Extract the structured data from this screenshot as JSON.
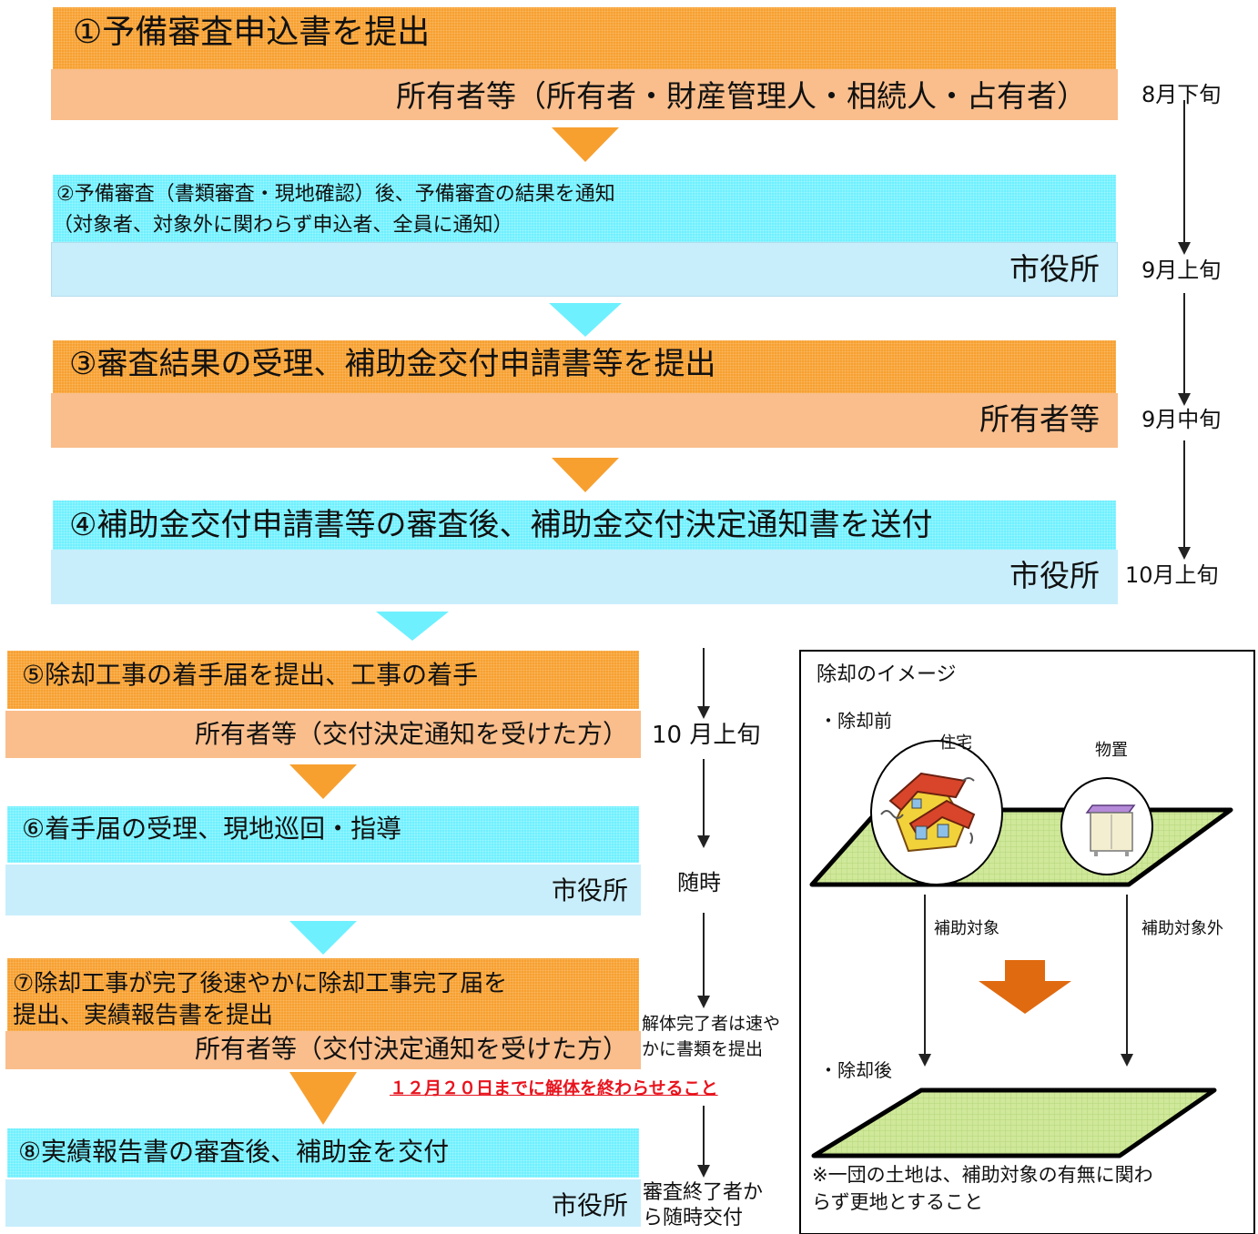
{
  "steps": {
    "s1": {
      "title": "①予備審査申込書を提出",
      "actor": "所有者等（所有者・財産管理人・相続人・占有者）"
    },
    "s2": {
      "title_line1": "②予備審査（書類審査・現地確認）後、予備審査の結果を通知",
      "title_line2": "（対象者、対象外に関わらず申込者、全員に通知）",
      "actor": "市役所"
    },
    "s3": {
      "title": "③審査結果の受理、補助金交付申請書等を提出",
      "actor": "所有者等"
    },
    "s4": {
      "title": "④補助金交付申請書等の審査後、補助金交付決定通知書を送付",
      "actor": "市役所"
    },
    "s5": {
      "title": "⑤除却工事の着手届を提出、工事の着手",
      "actor": "所有者等（交付決定通知を受けた方）"
    },
    "s6": {
      "title": "⑥着手届の受理、現地巡回・指導",
      "actor": "市役所"
    },
    "s7": {
      "title_line1": "⑦除却工事が完了後速やかに除却工事完了届を",
      "title_line2": "提出、実績報告書を提出",
      "actor": "所有者等（交付決定通知を受けた方）"
    },
    "s8": {
      "title": "⑧実績報告書の審査後、補助金を交付",
      "actor": "市役所"
    }
  },
  "timeline": {
    "d1": "8月下旬",
    "d2": "9月上旬",
    "d3": "9月中旬",
    "d4": "10月上旬",
    "d5": "10 月上旬",
    "d6": "随時",
    "d7_line1": "解体完了者は速や",
    "d7_line2": "かに書類を提出",
    "d8_line1": "審査終了者か",
    "d8_line2": "ら随時交付"
  },
  "deadline_note": "１２月２０日までに解体を終わらせること",
  "image_panel": {
    "title": "除却のイメージ",
    "before": "・除却前",
    "house_label": "住宅",
    "shed_label": "物置",
    "subsidy_target": "補助対象",
    "subsidy_non_target": "補助対象外",
    "after": "・除却後",
    "note_line1": "※一団の土地は、補助対象の有無に関わ",
    "note_line2": "らず更地とすること"
  },
  "colors": {
    "orange_header": "#f7a030",
    "orange_body": "#f9be8c",
    "cyan_header": "#6ef0ff",
    "cyan_body": "#c8eefb",
    "deadline_red": "#e8141e",
    "lawn_green": "#c8e48c",
    "panel_arrow": "#e06a10"
  }
}
